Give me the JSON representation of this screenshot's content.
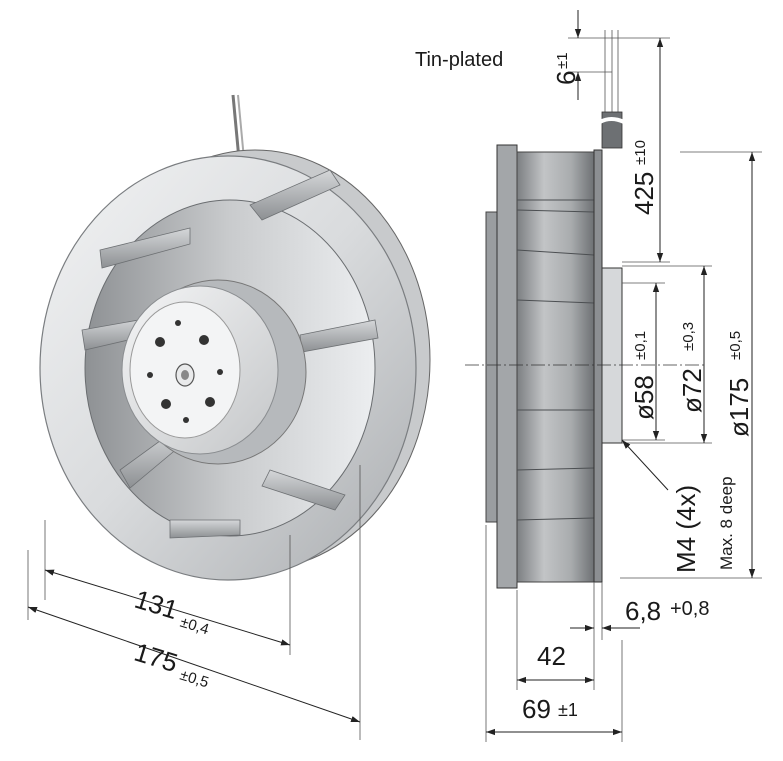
{
  "labels": {
    "tin_plated": "Tin-plated",
    "mounting_thread": "M4 (4x)",
    "mounting_depth": "Max. 8 deep"
  },
  "dimensions": {
    "inlet_diameter": {
      "value": "131",
      "tolerance": "±0,4"
    },
    "outer_diameter_front": {
      "value": "175",
      "tolerance": "±0,5"
    },
    "lead_strip": {
      "value": "6",
      "tolerance": "±1"
    },
    "lead_length": {
      "value": "425",
      "tolerance": "±10"
    },
    "bolt_circle": {
      "value": "ø58",
      "tolerance": "±0,1"
    },
    "hub_diameter": {
      "value": "ø72",
      "tolerance": "±0,3"
    },
    "outer_diameter_side": {
      "value": "ø175",
      "tolerance": "±0,5"
    },
    "rotor_offset": {
      "value": "6,8",
      "tolerance": "+0,8"
    },
    "wheel_depth": {
      "value": "42",
      "tolerance": ""
    },
    "overall_depth": {
      "value": "69",
      "tolerance": "±1"
    }
  },
  "colors": {
    "metal_light": "#e4e6e8",
    "metal_mid": "#b9bcbf",
    "metal_dark": "#7a7d80",
    "line": "#222222"
  }
}
